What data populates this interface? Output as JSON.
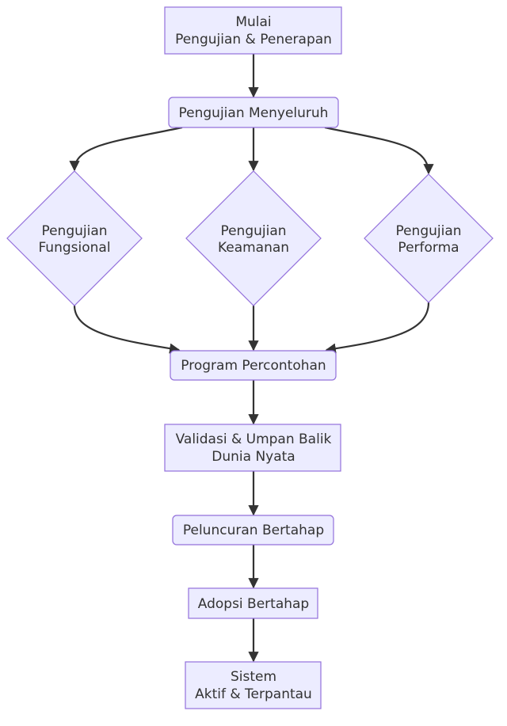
{
  "nodes": {
    "start": {
      "line1": "Mulai",
      "line2": "Pengujian & Penerapan"
    },
    "thorough": {
      "label": "Pengujian Menyeluruh"
    },
    "functional": {
      "line1": "Pengujian",
      "line2": "Fungsional"
    },
    "security": {
      "line1": "Pengujian",
      "line2": "Keamanan"
    },
    "performance": {
      "line1": "Pengujian",
      "line2": "Performa"
    },
    "pilot": {
      "label": "Program Percontohan"
    },
    "validation": {
      "line1": "Validasi & Umpan Balik",
      "line2": "Dunia Nyata"
    },
    "rollout": {
      "label": "Peluncuran Bertahap"
    },
    "adoption": {
      "label": "Adopsi Bertahap"
    },
    "live": {
      "line1": "Sistem",
      "line2": "Aktif & Terpantau"
    }
  },
  "colors": {
    "node_fill": "#ECECFF",
    "node_stroke": "#9370DB",
    "edge": "#333333",
    "text": "#333333"
  }
}
